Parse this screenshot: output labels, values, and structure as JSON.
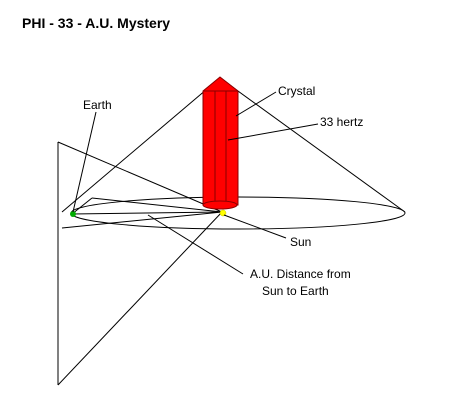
{
  "title": "PHI - 33 - A.U. Mystery",
  "labels": {
    "crystal": "Crystal",
    "frequency": "33 hertz",
    "earth": "Earth",
    "sun": "Sun",
    "au_line1": "A.U. Distance from",
    "au_line2": "Sun to Earth"
  },
  "colors": {
    "crystal": "#ff0000",
    "crystal_dark": "#c40000",
    "earth": "#00aa00",
    "sun": "#ffff00",
    "lines": "#000000"
  }
}
